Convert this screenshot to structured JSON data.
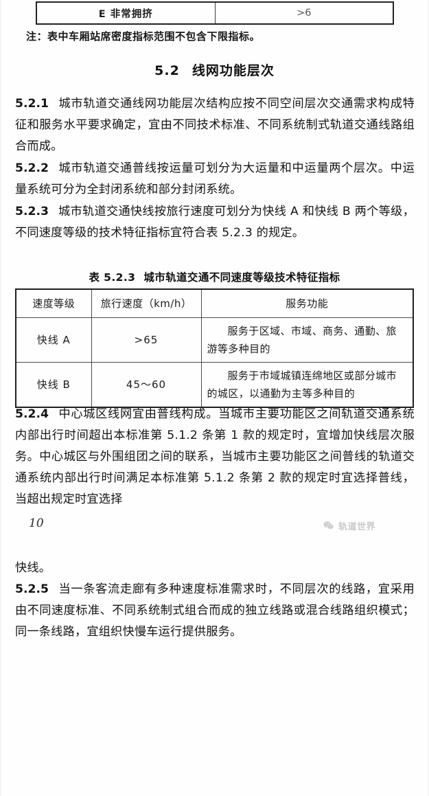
{
  "document": {
    "page_number": "10",
    "watermark": {
      "text": "轨道世界",
      "icon": "wechat-icon"
    }
  },
  "top_table_fragment": {
    "rows": [
      {
        "level": "E  非常拥挤",
        "value": ">6"
      }
    ]
  },
  "note": "注：表中车厢站席密度指标范围不包含下限指标。",
  "section": {
    "number": "5.2",
    "title": "线网功能层次"
  },
  "clauses": {
    "c521": {
      "number": "5.2.1",
      "text": "城市轨道交通线网功能层次结构应按不同空间层次交通需求构成特征和服务水平要求确定，宜由不同技术标准、不同系统制式轨道交通线路组合而成。"
    },
    "c522": {
      "number": "5.2.2",
      "text": "城市轨道交通普线按运量可划分为大运量和中运量两个层次。中运量系统可分为全封闭系统和部分封闭系统。"
    },
    "c523": {
      "number": "5.2.3",
      "text": "城市轨道交通快线按旅行速度可划分为快线 A 和快线 B 两个等级，不同速度等级的技术特征指标宜符合表 5.2.3 的规定。"
    },
    "c524": {
      "number": "5.2.4",
      "text": "中心城区线网宜由普线构成。当城市主要功能区之间轨道交通系统内部出行时间超出本标准第 5.1.2 条第 1 款的规定时，宜增加快线层次服务。中心城区与外围组团之间的联系，当城市主要功能区之间普线的轨道交通系统内部出行时间满足本标准第 5.1.2 条第 2 款的规定时宜选择普线，当超出规定时宜选择"
    },
    "c524_continued": "快线。",
    "c525": {
      "number": "5.2.5",
      "text": "当一条客流走廊有多种速度标准需求时，不同层次的线路，宜采用由不同速度标准、不同系统制式组合而成的独立线路或混合线路组织模式；同一条线路，宜组织快慢车运行提供服务。"
    }
  },
  "table_523": {
    "caption_number": "表 5.2.3",
    "caption_title": "城市轨道交通不同速度等级技术特征指标",
    "headers": [
      "速度等级",
      "旅行速度（km/h）",
      "服务功能"
    ],
    "rows": [
      {
        "grade": "快线 A",
        "speed": ">65",
        "function": "服务于区域、市域、商务、通勤、旅游等多种目的"
      },
      {
        "grade": "快线 B",
        "speed": "45～60",
        "function": "服务于市域城镇连绵地区或部分城市的城区，以通勤为主等多种目的"
      }
    ]
  },
  "colors": {
    "page_background": "#fefefe",
    "text": "#141414",
    "table_border": "#3a3a3a",
    "watermark": "#5a5a5a"
  }
}
